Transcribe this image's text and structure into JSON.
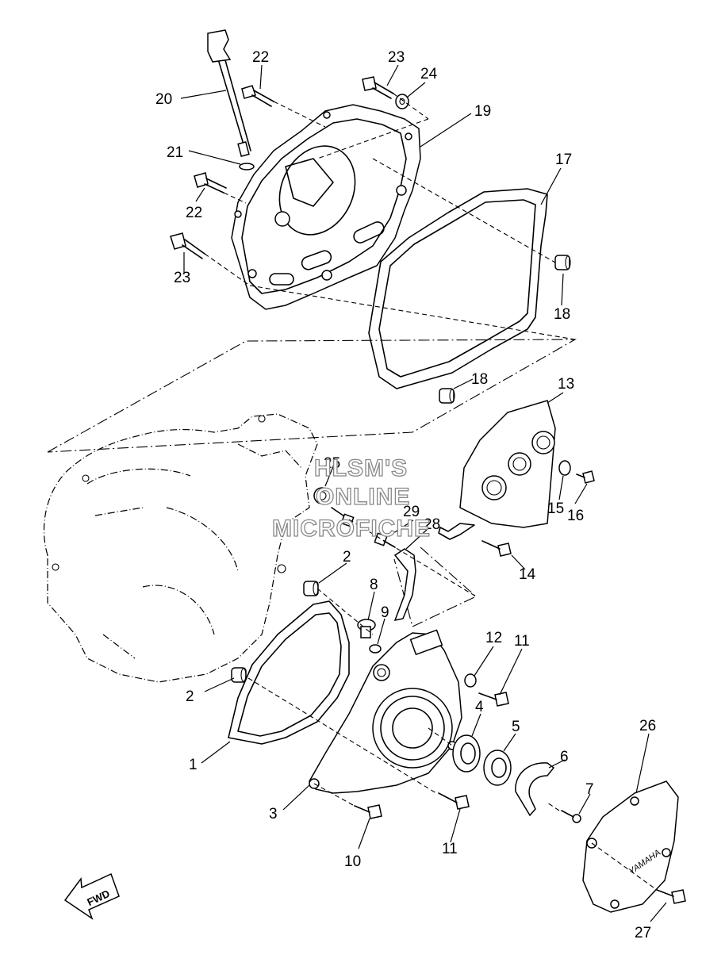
{
  "callouts": [
    {
      "id": "c1",
      "text": "1"
    },
    {
      "id": "c2a",
      "text": "2"
    },
    {
      "id": "c2b",
      "text": "2"
    },
    {
      "id": "c3",
      "text": "3"
    },
    {
      "id": "c4",
      "text": "4"
    },
    {
      "id": "c5",
      "text": "5"
    },
    {
      "id": "c6",
      "text": "6"
    },
    {
      "id": "c7",
      "text": "7"
    },
    {
      "id": "c8",
      "text": "8"
    },
    {
      "id": "c9",
      "text": "9"
    },
    {
      "id": "c10",
      "text": "10"
    },
    {
      "id": "c11a",
      "text": "11"
    },
    {
      "id": "c11b",
      "text": "11"
    },
    {
      "id": "c12",
      "text": "12"
    },
    {
      "id": "c13",
      "text": "13"
    },
    {
      "id": "c14",
      "text": "14"
    },
    {
      "id": "c15",
      "text": "15"
    },
    {
      "id": "c16",
      "text": "16"
    },
    {
      "id": "c17",
      "text": "17"
    },
    {
      "id": "c18a",
      "text": "18"
    },
    {
      "id": "c18b",
      "text": "18"
    },
    {
      "id": "c19",
      "text": "19"
    },
    {
      "id": "c20",
      "text": "20"
    },
    {
      "id": "c21",
      "text": "21"
    },
    {
      "id": "c22a",
      "text": "22"
    },
    {
      "id": "c22b",
      "text": "22"
    },
    {
      "id": "c23a",
      "text": "23"
    },
    {
      "id": "c23b",
      "text": "23"
    },
    {
      "id": "c24",
      "text": "24"
    },
    {
      "id": "c25",
      "text": "25"
    },
    {
      "id": "c26",
      "text": "26"
    },
    {
      "id": "c27",
      "text": "27"
    },
    {
      "id": "c28",
      "text": "28"
    },
    {
      "id": "c29",
      "text": "29"
    }
  ],
  "watermark": {
    "line1": "HLSM'S",
    "line2": "ONLINE",
    "line3": "MICROFICHE"
  },
  "cover_logo": "YAMAHA",
  "fwd_label": "FWD"
}
